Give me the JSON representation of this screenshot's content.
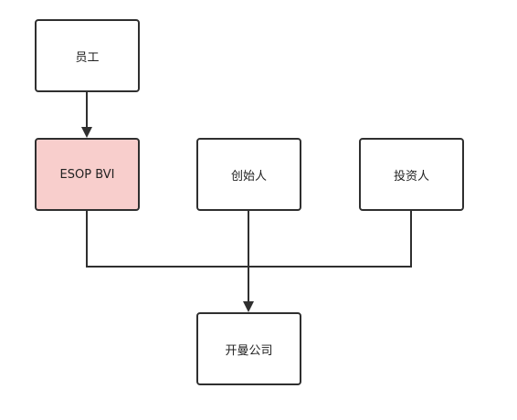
{
  "diagram": {
    "nodes": [
      {
        "id": "employee",
        "label": "员工",
        "fill": "#ffffff"
      },
      {
        "id": "esop",
        "label": "ESOP BVI",
        "fill": "#f8cecc"
      },
      {
        "id": "founder",
        "label": "创始人",
        "fill": "#ffffff"
      },
      {
        "id": "investor",
        "label": "投资人",
        "fill": "#ffffff"
      },
      {
        "id": "company",
        "label": "开曼公司",
        "fill": "#ffffff"
      }
    ],
    "edges": [
      {
        "from": "employee",
        "to": "esop"
      },
      {
        "from": "esop",
        "to": "company"
      },
      {
        "from": "founder",
        "to": "company"
      },
      {
        "from": "investor",
        "to": "company"
      }
    ],
    "colors": {
      "stroke": "#2f2f2f",
      "text": "#222222",
      "highlight": "#f8cecc"
    }
  }
}
